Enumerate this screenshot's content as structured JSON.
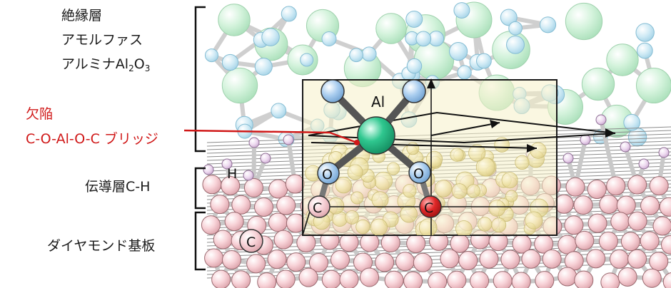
{
  "labels": {
    "insulator_line1": "絶縁層",
    "insulator_line2": "アモルファス",
    "insulator_line3_main": "アルミナAl",
    "insulator_sub1": "2",
    "insulator_o": "O",
    "insulator_sub2": "3",
    "defect_line1": "欠陥",
    "defect_line2": "C-O-Al-O-C ブリッジ",
    "conduction_layer": "伝導層C-H",
    "substrate": "ダイヤモンド基板"
  },
  "atom_labels": {
    "al": "Al",
    "o_left": "O",
    "o_right": "O",
    "c_left": "C",
    "c_right": "C",
    "c_bottom": "C",
    "h": "H"
  },
  "colors": {
    "defect_red": "#d01818",
    "al_atom": "#2fc78f",
    "o_atom": "#9fc6ee",
    "c_atom": "#f3c2c8",
    "c_atom_highlight": "#e02828",
    "h_atom": "#e7cfe9",
    "box_fill": "#f6f1c8"
  }
}
